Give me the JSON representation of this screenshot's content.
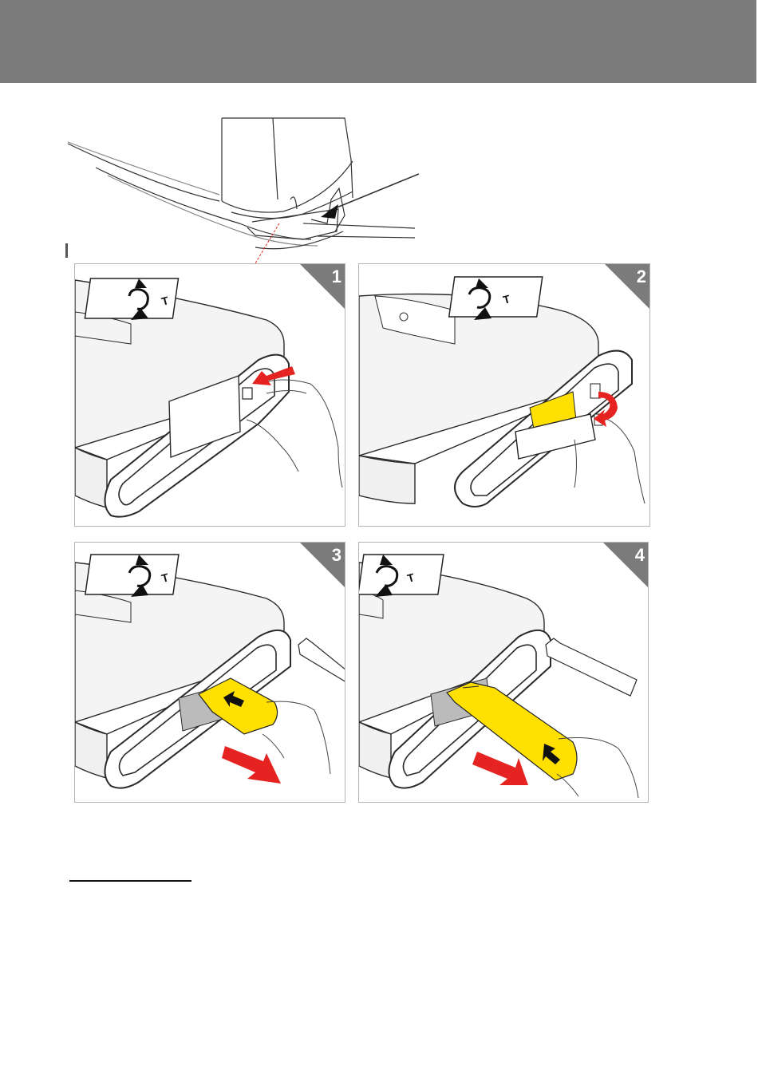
{
  "colors": {
    "header_band": "#7b7b7b",
    "step_badge": "#7b7b7b",
    "red_arrow": "#e52421",
    "yellow_tab": "#ffe000",
    "device_outline": "#2a2a2a",
    "section_rule": "#111111"
  },
  "steps": [
    {
      "number": "1"
    },
    {
      "number": "2"
    },
    {
      "number": "3"
    },
    {
      "number": "4"
    }
  ],
  "icons": {
    "telecoil": "ear-t-icon",
    "direction": "red-arrow-icon",
    "tab_arrow": "black-arrow-icon"
  }
}
